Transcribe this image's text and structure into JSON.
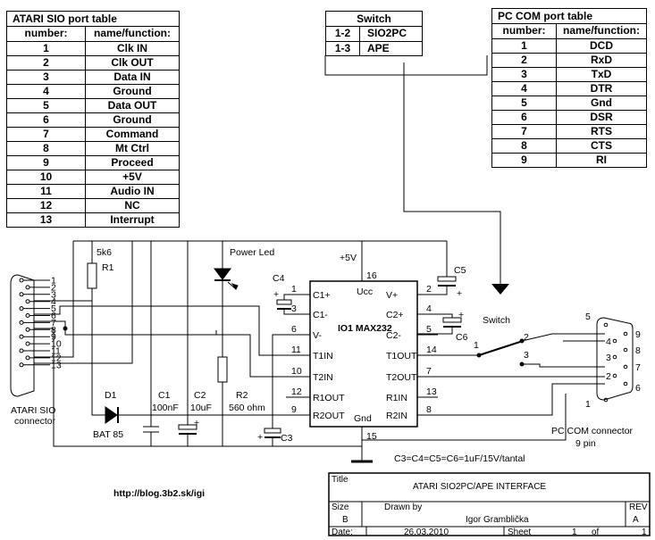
{
  "atari_table": {
    "title": "ATARI SIO port table",
    "header": [
      "number:",
      "name/function:"
    ],
    "rows": [
      [
        "1",
        "Clk IN"
      ],
      [
        "2",
        "Clk OUT"
      ],
      [
        "3",
        "Data IN"
      ],
      [
        "4",
        "Ground"
      ],
      [
        "5",
        "Data OUT"
      ],
      [
        "6",
        "Ground"
      ],
      [
        "7",
        "Command"
      ],
      [
        "8",
        "Mt Ctrl"
      ],
      [
        "9",
        "Proceed"
      ],
      [
        "10",
        "+5V"
      ],
      [
        "11",
        "Audio IN"
      ],
      [
        "12",
        "NC"
      ],
      [
        "13",
        "Interrupt"
      ]
    ]
  },
  "switch_table": {
    "title": "Switch",
    "rows": [
      [
        "1-2",
        "SIO2PC"
      ],
      [
        "1-3",
        "APE"
      ]
    ]
  },
  "pc_table": {
    "title": "PC  COM  port table",
    "header": [
      "number:",
      "name/function:"
    ],
    "rows": [
      [
        "1",
        "DCD"
      ],
      [
        "2",
        "RxD"
      ],
      [
        "3",
        "TxD"
      ],
      [
        "4",
        "DTR"
      ],
      [
        "5",
        "Gnd"
      ],
      [
        "6",
        "DSR"
      ],
      [
        "7",
        "RTS"
      ],
      [
        "8",
        "CTS"
      ],
      [
        "9",
        "RI"
      ]
    ]
  },
  "schematic": {
    "ic": {
      "name": "IO1 MAX232",
      "left_pins": [
        {
          "num": "1",
          "label": "C1+"
        },
        {
          "num": "3",
          "label": "C1-"
        },
        {
          "num": "6",
          "label": "V-"
        },
        {
          "num": "11",
          "label": "T1IN"
        },
        {
          "num": "10",
          "label": "T2IN"
        },
        {
          "num": "12",
          "label": "R1OUT"
        },
        {
          "num": "9",
          "label": "R2OUT"
        }
      ],
      "right_pins": [
        {
          "num": "2",
          "label": "V+"
        },
        {
          "num": "4",
          "label": "C2+"
        },
        {
          "num": "5",
          "label": "C2-"
        },
        {
          "num": "14",
          "label": "T1OUT"
        },
        {
          "num": "7",
          "label": "T2OUT"
        },
        {
          "num": "13",
          "label": "R1IN"
        },
        {
          "num": "8",
          "label": "R2IN"
        }
      ],
      "top_pin": {
        "num": "16",
        "label": "Ucc"
      },
      "bottom_pin": {
        "num": "15",
        "label": "Gnd"
      }
    },
    "supply_label": "+5V",
    "r1": {
      "name": "R1",
      "value": "5k6"
    },
    "r2": {
      "name": "R2",
      "value": "560 ohm"
    },
    "d1": {
      "name": "D1",
      "value": "BAT 85"
    },
    "c1": {
      "name": "C1",
      "value": "100nF"
    },
    "c2": {
      "name": "C2",
      "value": "10uF"
    },
    "c3": "C3",
    "c4": "C4",
    "c5": "C5",
    "c6": "C6",
    "led_label": "Power Led",
    "switch_label": "Switch",
    "switch_pins": [
      "1",
      "2",
      "3"
    ],
    "plus_sign": "+",
    "atari_pins": [
      "1",
      "2",
      "3",
      "4",
      "5",
      "6",
      "7",
      "8",
      "9",
      "10",
      "11",
      "12",
      "13"
    ],
    "atari_connector_label": [
      "ATARI SIO",
      "connector"
    ],
    "pc_pins": [
      "5",
      "4",
      "3",
      "2",
      "1",
      "9",
      "8",
      "7",
      "6"
    ],
    "pc_connector_label": [
      "PC COM connector",
      "9 pin"
    ],
    "cap_note": "C3=C4=C5=C6=1uF/15V/tantal",
    "url": "http://blog.3b2.sk/igi"
  },
  "title_block": {
    "title_label": "Title",
    "title": "ATARI SIO2PC/APE INTERFACE",
    "size_label": "Size",
    "size": "B",
    "drawn_label": "Drawn by",
    "author": "Igor Gramblička",
    "rev_label": "REV",
    "rev": "A",
    "date_label": "Date:",
    "date": "26.03.2010",
    "sheet_label": "Sheet",
    "sheet": "1",
    "of_label": "of",
    "sheet_total": "1"
  }
}
